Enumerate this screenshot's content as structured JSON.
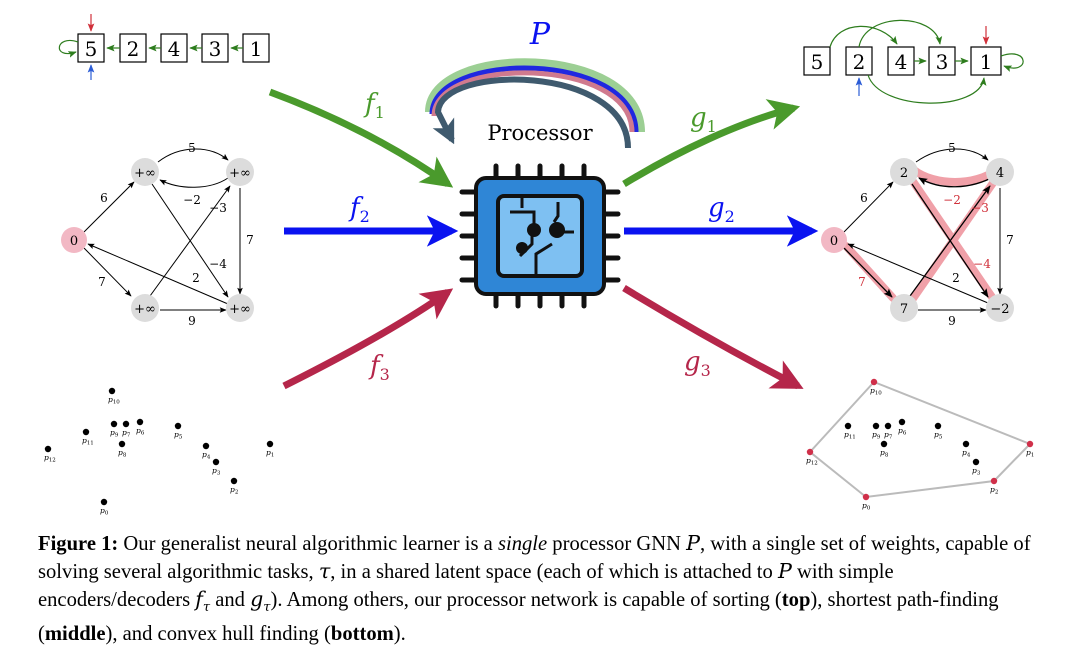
{
  "processor": {
    "label": "Processor",
    "network_symbol": "P"
  },
  "encoders": {
    "f1": {
      "base": "f",
      "sub": "1"
    },
    "f2": {
      "base": "f",
      "sub": "2"
    },
    "f3": {
      "base": "f",
      "sub": "3"
    }
  },
  "decoders": {
    "g1": {
      "base": "g",
      "sub": "1"
    },
    "g2": {
      "base": "g",
      "sub": "2"
    },
    "g3": {
      "base": "g",
      "sub": "3"
    }
  },
  "colors": {
    "green": "#4a9a2c",
    "blue": "#0a12f0",
    "red": "#b5264a",
    "node_gray": "#dcdcdc",
    "node_pink": "#f2b8c4",
    "highlight": "#f0a0a8",
    "hull_line": "#bbbbbb",
    "chip_blue": "#2f86d6",
    "chip_light": "#7ec0f2"
  },
  "sorting": {
    "input": [
      "5",
      "2",
      "4",
      "3",
      "1"
    ],
    "output": [
      "5",
      "2",
      "4",
      "3",
      "1"
    ]
  },
  "shortest_path": {
    "input_nodes": {
      "n0": "0",
      "n1": "+∞",
      "n2": "+∞",
      "n3": "+∞",
      "n4": "+∞"
    },
    "output_nodes": {
      "n0": "0",
      "n1": "2",
      "n2": "4",
      "n3": "7",
      "n4": "−2"
    },
    "edge_weights": {
      "w01": "6",
      "w12": "5",
      "w21": "−2",
      "w03": "7",
      "w34": "9",
      "w40": "2",
      "w24": "7",
      "w32": "−3",
      "w14": "−4"
    }
  },
  "convex_hull": {
    "points": [
      {
        "name": "p",
        "sub": "10"
      },
      {
        "name": "p",
        "sub": "11"
      },
      {
        "name": "p",
        "sub": "9"
      },
      {
        "name": "p",
        "sub": "7"
      },
      {
        "name": "p",
        "sub": "6"
      },
      {
        "name": "p",
        "sub": "8"
      },
      {
        "name": "p",
        "sub": "5"
      },
      {
        "name": "p",
        "sub": "4"
      },
      {
        "name": "p",
        "sub": "3"
      },
      {
        "name": "p",
        "sub": "12"
      },
      {
        "name": "p",
        "sub": "2"
      },
      {
        "name": "p",
        "sub": "1"
      },
      {
        "name": "p",
        "sub": "0"
      }
    ]
  },
  "caption": {
    "label": "Figure 1:",
    "t1": " Our generalist neural algorithmic learner is a ",
    "em1": "single",
    "t2": " processor GNN ",
    "m1": "P",
    "t3": ", with a single set of weights, capable of solving several algorithmic tasks, ",
    "m2": "τ",
    "t4": ", in a shared latent space (each of which is attached to ",
    "m3": "P",
    "t5": " with simple encoders/decoders ",
    "m4": "f",
    "m4sub": "τ",
    "t6": " and ",
    "m5": "g",
    "m5sub": "τ",
    "t7": "). Among others, our processor network is capable of sorting (",
    "b1": "top",
    "t8": "), shortest path-finding (",
    "b2": "middle",
    "t9": "), and convex hull finding (",
    "b3": "bottom",
    "t10": ")."
  }
}
